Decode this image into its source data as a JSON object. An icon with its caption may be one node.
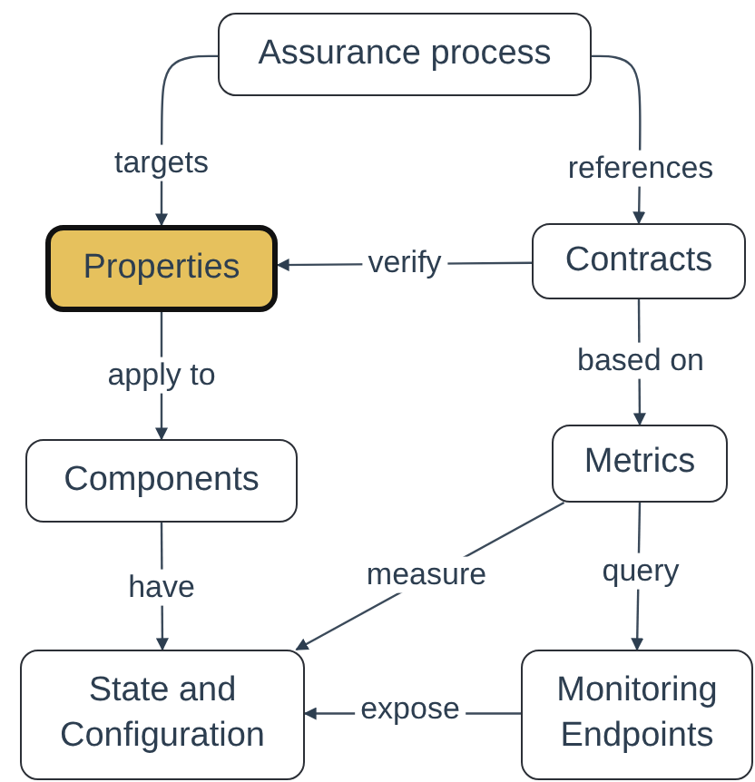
{
  "diagram": {
    "nodes": [
      {
        "text": [
          "Assurance process"
        ]
      },
      {
        "text": [
          "Properties"
        ]
      },
      {
        "text": [
          "Contracts"
        ]
      },
      {
        "text": [
          "Components"
        ]
      },
      {
        "text": [
          "Metrics"
        ]
      },
      {
        "text": [
          "State and Configuration"
        ]
      },
      {
        "text": [
          "Monitoring Endpoints"
        ]
      }
    ],
    "edges": [
      {
        "from": 0,
        "to": 1,
        "arrow": "to",
        "label": "targets"
      },
      {
        "from": 0,
        "to": 2,
        "arrow": "to",
        "label": "references"
      },
      {
        "from": 2,
        "to": 1,
        "arrow": "to",
        "label": "verify"
      },
      {
        "from": 1,
        "to": 3,
        "arrow": "to",
        "label": "apply to"
      },
      {
        "from": 2,
        "to": 4,
        "arrow": "to",
        "label": "based on"
      },
      {
        "from": 3,
        "to": 5,
        "arrow": "to",
        "label": "have"
      },
      {
        "from": 4,
        "to": 5,
        "arrow": "to",
        "label": "measure"
      },
      {
        "from": 4,
        "to": 6,
        "arrow": "to",
        "label": "query"
      },
      {
        "from": 6,
        "to": 5,
        "arrow": "to",
        "label": "expose"
      }
    ]
  }
}
